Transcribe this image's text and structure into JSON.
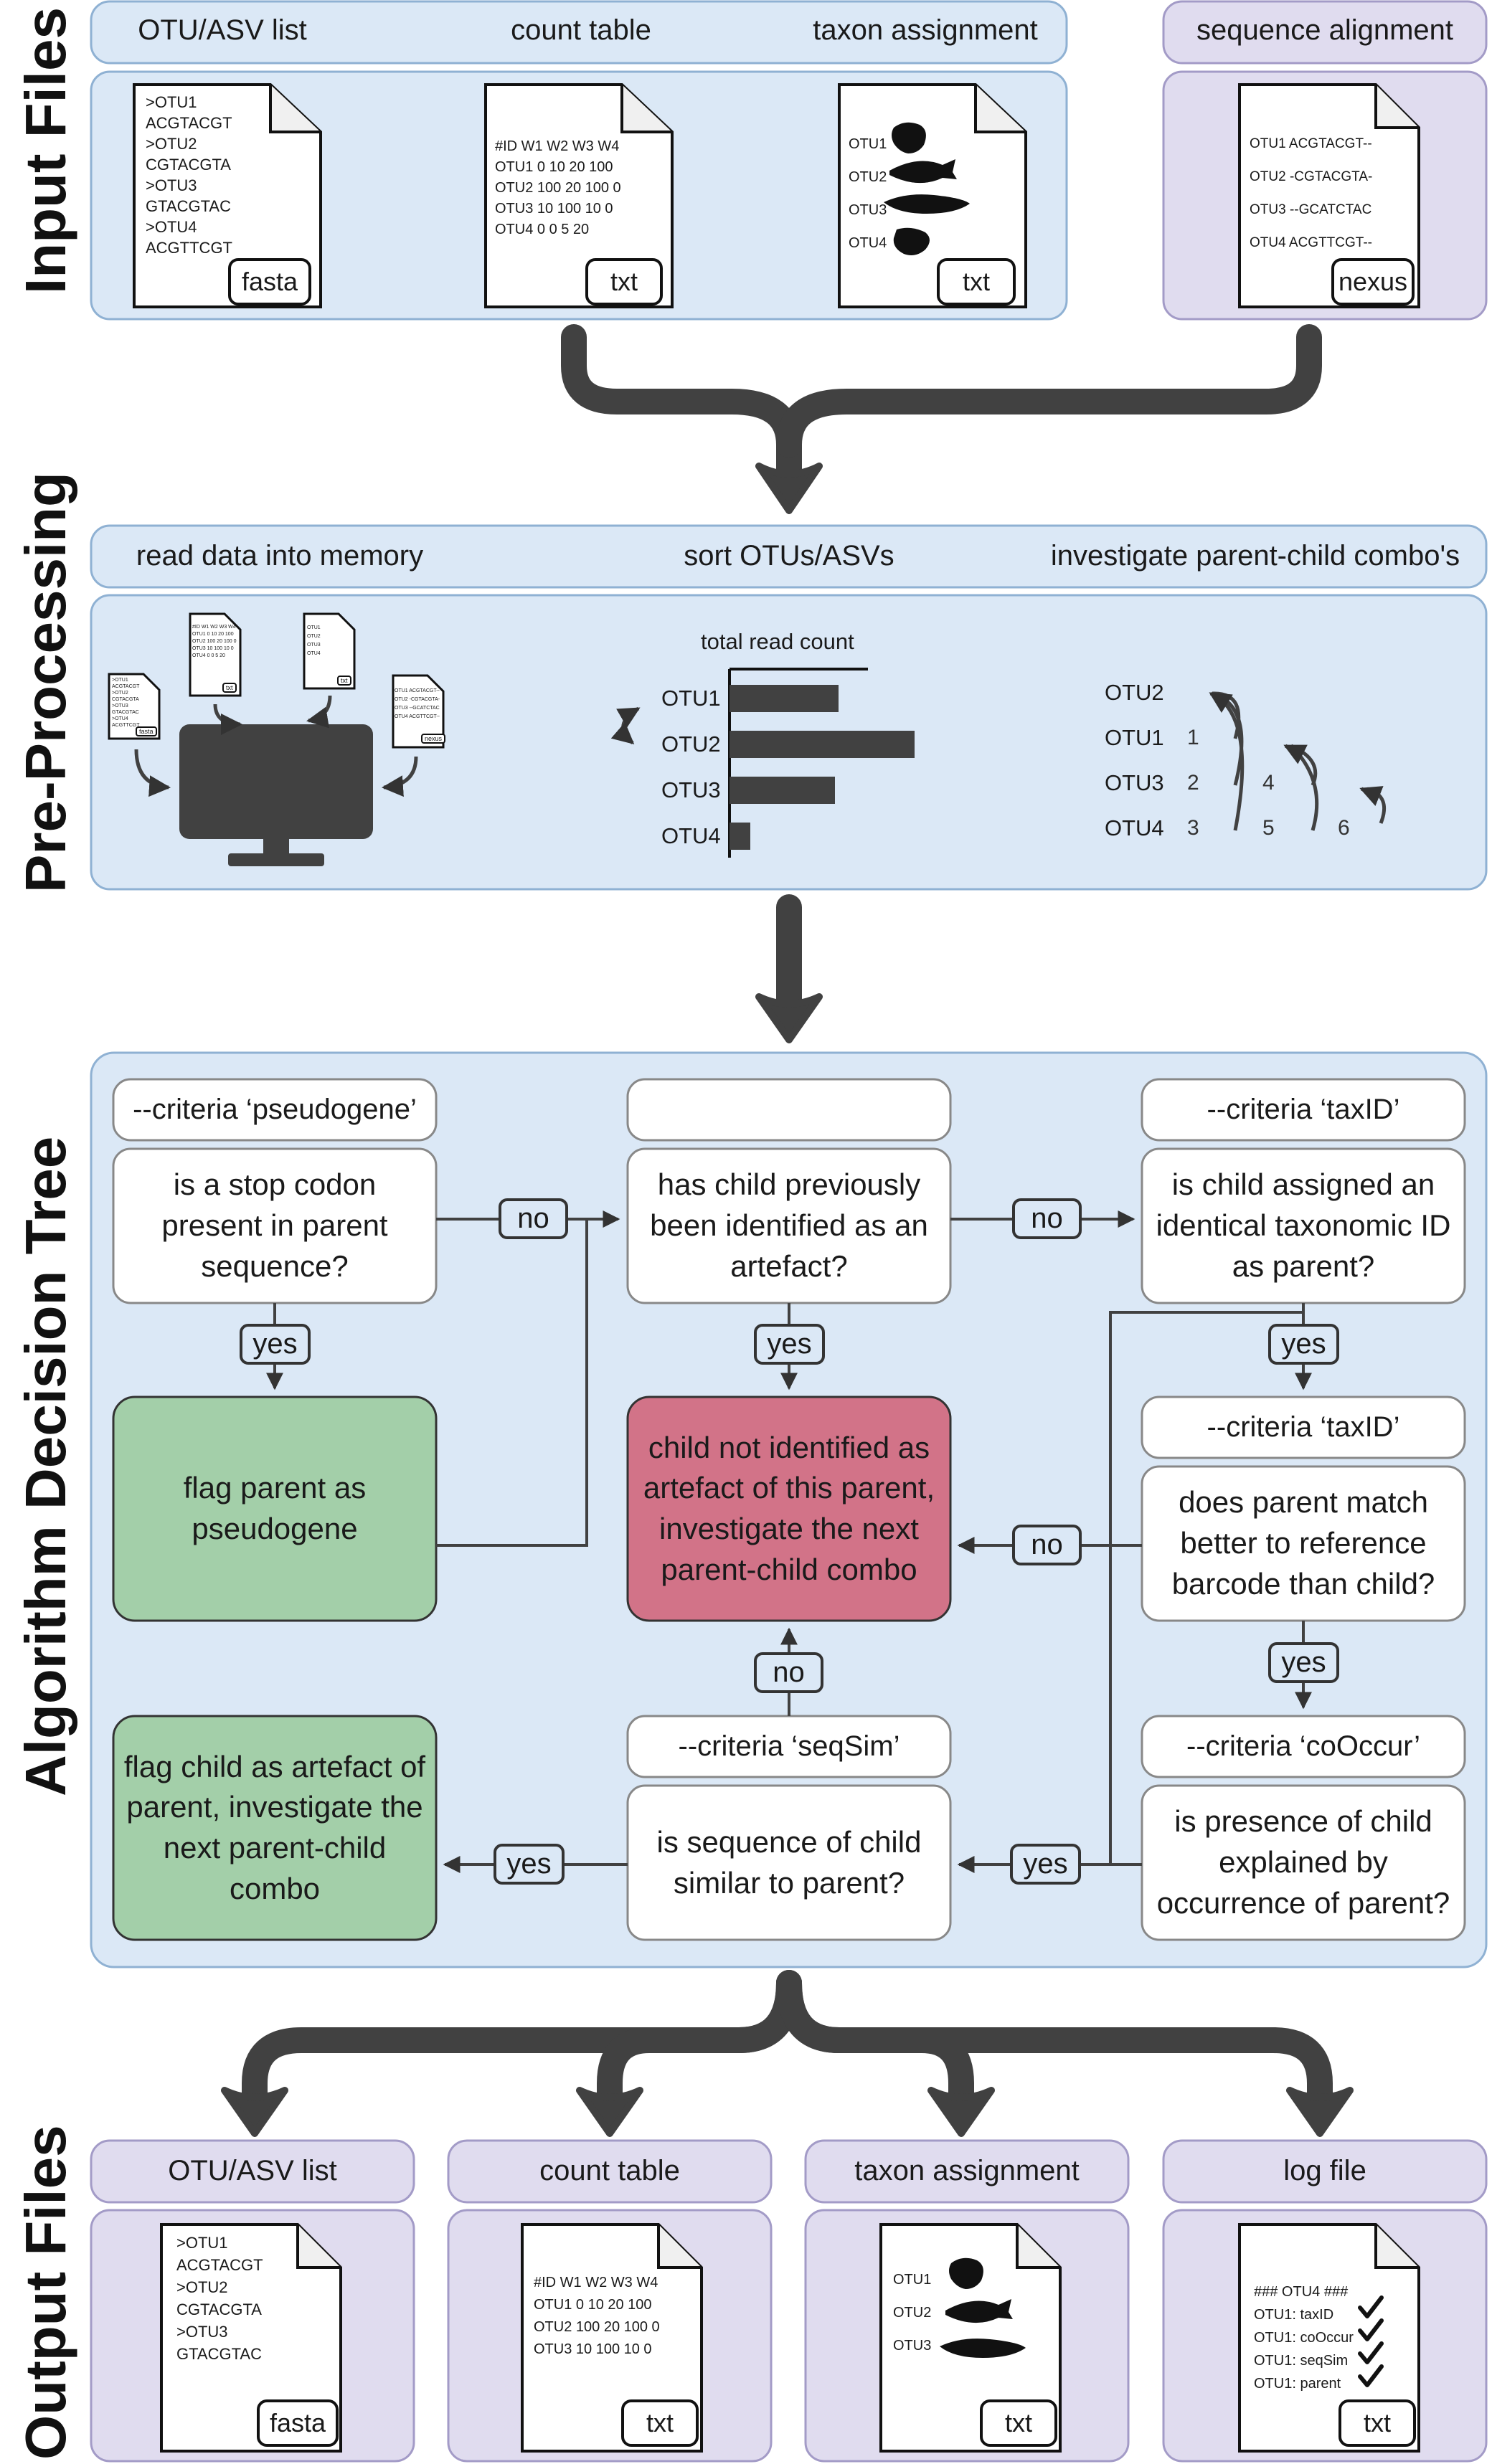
{
  "sections": {
    "input": "Input Files",
    "preprocessing": "Pre-Processing",
    "algorithm": "Algorithm Decision Tree",
    "output": "Output Files"
  },
  "input": {
    "headers": [
      "OTU/ASV list",
      "count table",
      "taxon assignment",
      "sequence alignment"
    ],
    "fasta_lines": [
      ">OTU1",
      "ACGTACGT",
      ">OTU2",
      "CGTACGTA",
      ">OTU3",
      "GTACGTAC",
      ">OTU4",
      "ACGTTCGT"
    ],
    "fasta_ext": "fasta",
    "count_lines": [
      "#ID W1 W2 W3 W4",
      "OTU1 0 10 20 100",
      "OTU2 100 20 100 0",
      "OTU3 10 100 10 0",
      "OTU4 0 0 5 20"
    ],
    "count_ext": "txt",
    "taxon_lines": [
      "OTU1",
      "OTU2",
      "OTU3",
      "OTU4"
    ],
    "taxon_ext": "txt",
    "alignment_lines": [
      "OTU1 ACGTACGT--",
      "OTU2 -CGTACGTA-",
      "OTU3 --GCATCTAC",
      "OTU4 ACGTTCGT--"
    ],
    "alignment_ext": "nexus"
  },
  "preprocessing": {
    "headers": [
      "read data into memory",
      "sort OTUs/ASVs",
      "investigate parent-child combo's"
    ],
    "mini_docs": [
      {
        "lines": [
          "#ID W1 W2 W3 W4",
          "OTU1 0 10 20 100",
          "OTU2 100 20 100 0",
          "OTU3 10 100 10 0",
          "OTU4 0 0 5 20"
        ],
        "ext": "txt"
      },
      {
        "lines": [
          "OTU1",
          "OTU2",
          "OTU3",
          "OTU4"
        ],
        "ext": "txt"
      },
      {
        "lines": [
          ">OTU1",
          "ACGTACGT",
          ">OTU2",
          "CGTACGTA",
          ">OTU3",
          "GTACGTAC",
          ">OTU4",
          "ACGTTCGT"
        ],
        "ext": "fasta"
      },
      {
        "lines": [
          "OTU1 ACGTACGT--",
          "OTU2 -CGTACGTA-",
          "OTU3 --GCATCTAC",
          "OTU4 ACGTTCGT--"
        ],
        "ext": "nexus"
      }
    ],
    "bar_title": "total read count",
    "bars": [
      {
        "label": "OTU1",
        "value": 130
      },
      {
        "label": "OTU2",
        "value": 220
      },
      {
        "label": "OTU3",
        "value": 125
      },
      {
        "label": "OTU4",
        "value": 25
      }
    ],
    "bar_max": 220,
    "combo_labels": [
      "OTU2",
      "OTU1",
      "OTU3",
      "OTU4"
    ],
    "combo_numbers": [
      "1",
      "2",
      "3",
      "4",
      "5",
      "6"
    ]
  },
  "algorithm": {
    "pseudogene_criteria": "--criteria ‘pseudogene’",
    "pseudogene_question": "is a stop codon present in parent sequence?",
    "artefact_question": "has child previously been identified as an artefact?",
    "taxid_criteria": "--criteria ‘taxID’",
    "taxid_question": "is child assigned an identical taxonomic ID as parent?",
    "flag_pseudogene": "flag parent as pseudogene",
    "not_artefact": "child not identified as artefact of this parent, investigate the next parent-child combo",
    "taxid2_criteria": "--criteria ‘taxID’",
    "taxid2_question": "does parent match better to reference barcode than child?",
    "seqsim_criteria": "--criteria ‘seqSim’",
    "seqsim_question": "is sequence of child similar to parent?",
    "cooccur_criteria": "--criteria ‘coOccur’",
    "cooccur_question": "is presence of child explained by occurrence of parent?",
    "flag_child": "flag child as artefact of parent, investigate the next parent-child combo",
    "yes": "yes",
    "no": "no"
  },
  "output": {
    "headers": [
      "OTU/ASV list",
      "count table",
      "taxon assignment",
      "log file"
    ],
    "fasta_lines": [
      ">OTU1",
      "ACGTACGT",
      ">OTU2",
      "CGTACGTA",
      ">OTU3",
      "GTACGTAC"
    ],
    "fasta_ext": "fasta",
    "count_lines": [
      "#ID W1 W2 W3 W4",
      "OTU1 0 10 20 100",
      "OTU2 100 20 100 0",
      "OTU3 10 100 10 0"
    ],
    "count_ext": "txt",
    "taxon_lines": [
      "OTU1",
      "OTU2",
      "OTU3"
    ],
    "taxon_ext": "txt",
    "log_lines": [
      "### OTU4 ###",
      "OTU1: taxID",
      "OTU1: coOccur",
      "OTU1: seqSim",
      "OTU1: parent"
    ],
    "log_ext": "txt"
  },
  "colors": {
    "panel_blue": "#dbe8f6",
    "panel_purple": "#e0dcef",
    "panel_border_blue": "#8fb1d3",
    "panel_border_purple": "#a39bc7",
    "green": "#a3cfa9",
    "red": "#d27388",
    "dark": "#414141"
  }
}
